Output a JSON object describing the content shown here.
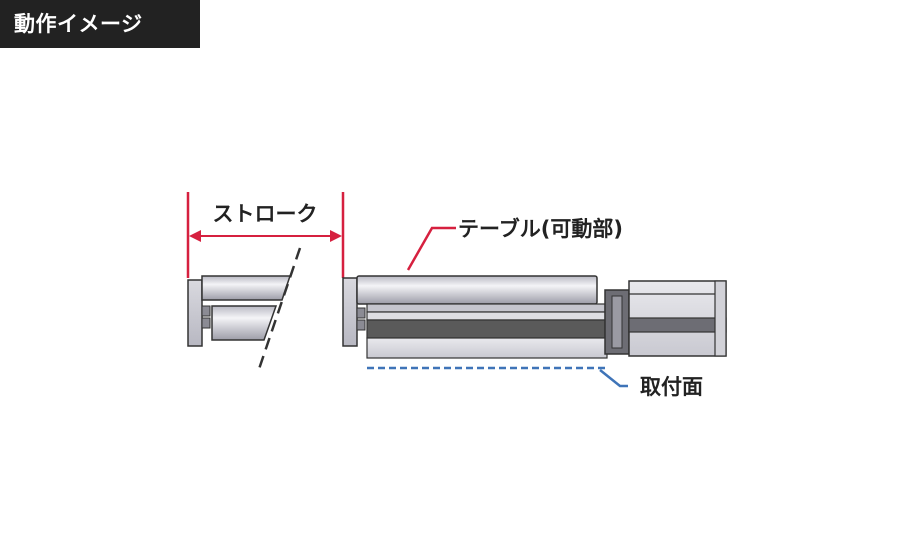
{
  "header": {
    "title": "動作イメージ"
  },
  "diagram": {
    "stroke_label": "ストローク",
    "table_label": "テーブル(可動部)",
    "mount_label": "取付面"
  },
  "colors": {
    "header_bg": "#222222",
    "header_text": "#ffffff",
    "stroke_red": "#d6203f",
    "mount_dashed_blue": "#3f74b8",
    "body_gray": "#cfcfd6",
    "dark_gray": "#5a5a5a",
    "outline": "#333333"
  }
}
